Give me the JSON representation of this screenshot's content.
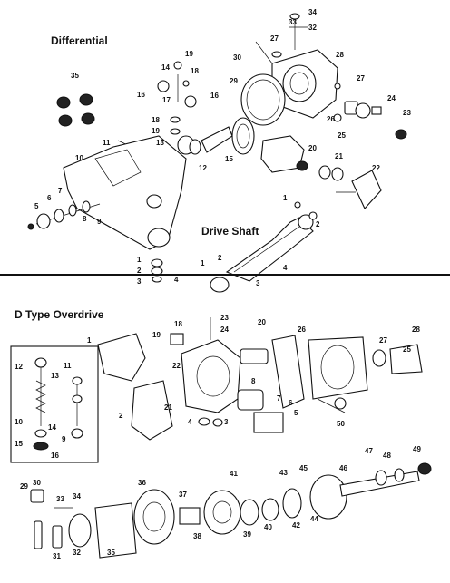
{
  "headings": {
    "differential": "Differential",
    "drive_shaft": "Drive Shaft",
    "overdrive": "D Type Overdrive"
  },
  "differential_labels": [
    "34",
    "33",
    "32",
    "27",
    "30",
    "28",
    "27",
    "19",
    "14",
    "18",
    "16",
    "17",
    "16",
    "35",
    "29",
    "24",
    "26",
    "23",
    "25",
    "18",
    "19",
    "13",
    "11",
    "10",
    "15",
    "20",
    "21",
    "12",
    "7",
    "22",
    "6",
    "5",
    "8",
    "9",
    "1",
    "2",
    "3",
    "4"
  ],
  "drive_shaft_labels": [
    "1",
    "2",
    "1",
    "2",
    "3",
    "4"
  ],
  "overdrive_labels": [
    "23",
    "24",
    "18",
    "19",
    "20",
    "26",
    "28",
    "1",
    "22",
    "27",
    "25",
    "11",
    "12",
    "13",
    "8",
    "7",
    "6",
    "2",
    "21",
    "5",
    "50",
    "4",
    "3",
    "10",
    "14",
    "15",
    "9",
    "16",
    "41",
    "43",
    "45",
    "46",
    "47",
    "48",
    "49",
    "29",
    "30",
    "36",
    "33",
    "34",
    "37",
    "31",
    "32",
    "35",
    "38",
    "39",
    "40",
    "42",
    "44"
  ],
  "colors": {
    "ink": "#111111",
    "background": "#ffffff"
  }
}
